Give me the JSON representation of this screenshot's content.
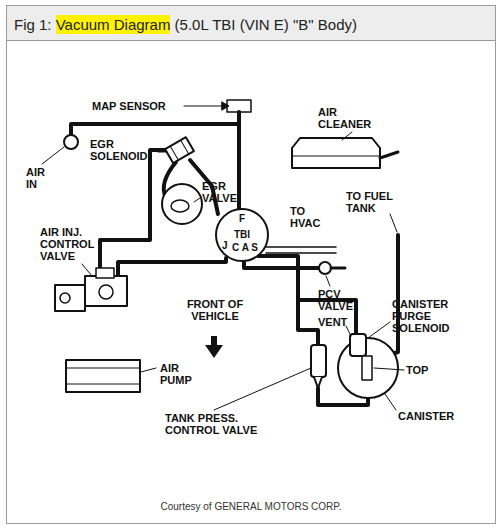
{
  "diagram": {
    "title": "Fig 1: Vacuum Diagram (5.0L TBI (VIN E) \"B\" Body)",
    "caption": "Courtesy of GENERAL MOTORS CORP.",
    "nodes": [
      {
        "text": [
          "F",
          "TBI",
          "J",
          "C A S"
        ]
      }
    ],
    "labels": [
      "MAP SENSOR",
      "AIR CLEANER",
      "EGR SOLENOID",
      "AIR IN",
      "EGR VALVE",
      "TO HVAC",
      "TO FUEL TANK",
      "AIR INJ. CONTROL VALVE",
      "FRONT OF VEHICLE",
      "PCV VALVE",
      "CANISTER PURGE SOLENOID",
      "VENT",
      "AIR PUMP",
      "TOP",
      "TANK PRESS. CONTROL VALVE",
      "CANISTER"
    ]
  }
}
